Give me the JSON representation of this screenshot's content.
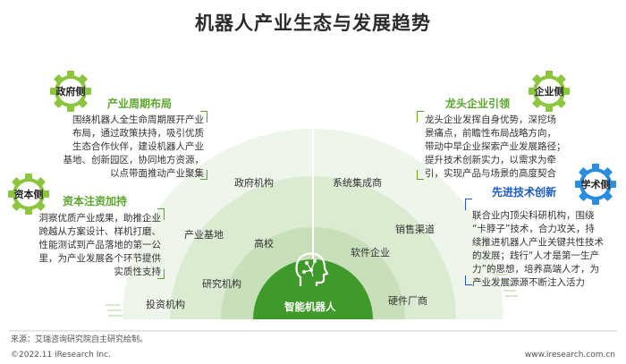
{
  "title": "机器人产业生态与发展趋势",
  "center": {
    "label": "智能机器人",
    "icon": "ai-head-icon"
  },
  "arc_labels": [
    "政府机构",
    "系统集成商",
    "产业基地",
    "高校",
    "销售渠道",
    "软件企业",
    "研究机构",
    "投资机构",
    "硬件厂商"
  ],
  "gov": {
    "tag": "政府侧",
    "heading": "产业周期布局",
    "lines": [
      "围绕机器人全生命周期展开产业",
      "布局，通过政策扶持，吸引优质",
      "生态合作伙伴，建设机器人产业",
      "基地、创新园区，协同地方资源，",
      "以点带面推动产业聚集"
    ]
  },
  "capital": {
    "tag": "资本侧",
    "heading": "资本注资加持",
    "lines": [
      "洞察优质产业成果，助推企业",
      "跨越从方案设计、样机打磨、",
      "性能测试到产品落地的第一公",
      "里，为产业发展各个环节提供",
      "实质性支持"
    ]
  },
  "enterprise": {
    "tag": "企业侧",
    "heading": "龙头企业引领",
    "lines": [
      "龙头企业发挥自身优势，深挖场",
      "景痛点，前瞻性布局战略方向，",
      "带动中早企业探索产业发展路径；",
      "提升技术创新实力，以需求为牵",
      "引，实现产品与场景的高度契合"
    ]
  },
  "academic": {
    "tag": "学术侧",
    "heading": "先进技术创新",
    "lines": [
      "联合业内顶尖科研机构，围绕",
      "“卡脖子”技术，合力攻关，持",
      "续推进机器人产业关键共性技术",
      "的发展；践行“人才是第一生产",
      "力”的思想，培养高端人才，为",
      "产业发展源源不断注入活力"
    ]
  },
  "footer": {
    "source": "来源：艾瑞咨询研究院自主研究绘制。",
    "copyright": "©2022.11 iResearch Inc.",
    "site": "www.iresearch.com.cn"
  },
  "colors": {
    "green": "#5ba52f",
    "blue": "#1e5bc6",
    "dark_green": "#3f9a2a"
  }
}
